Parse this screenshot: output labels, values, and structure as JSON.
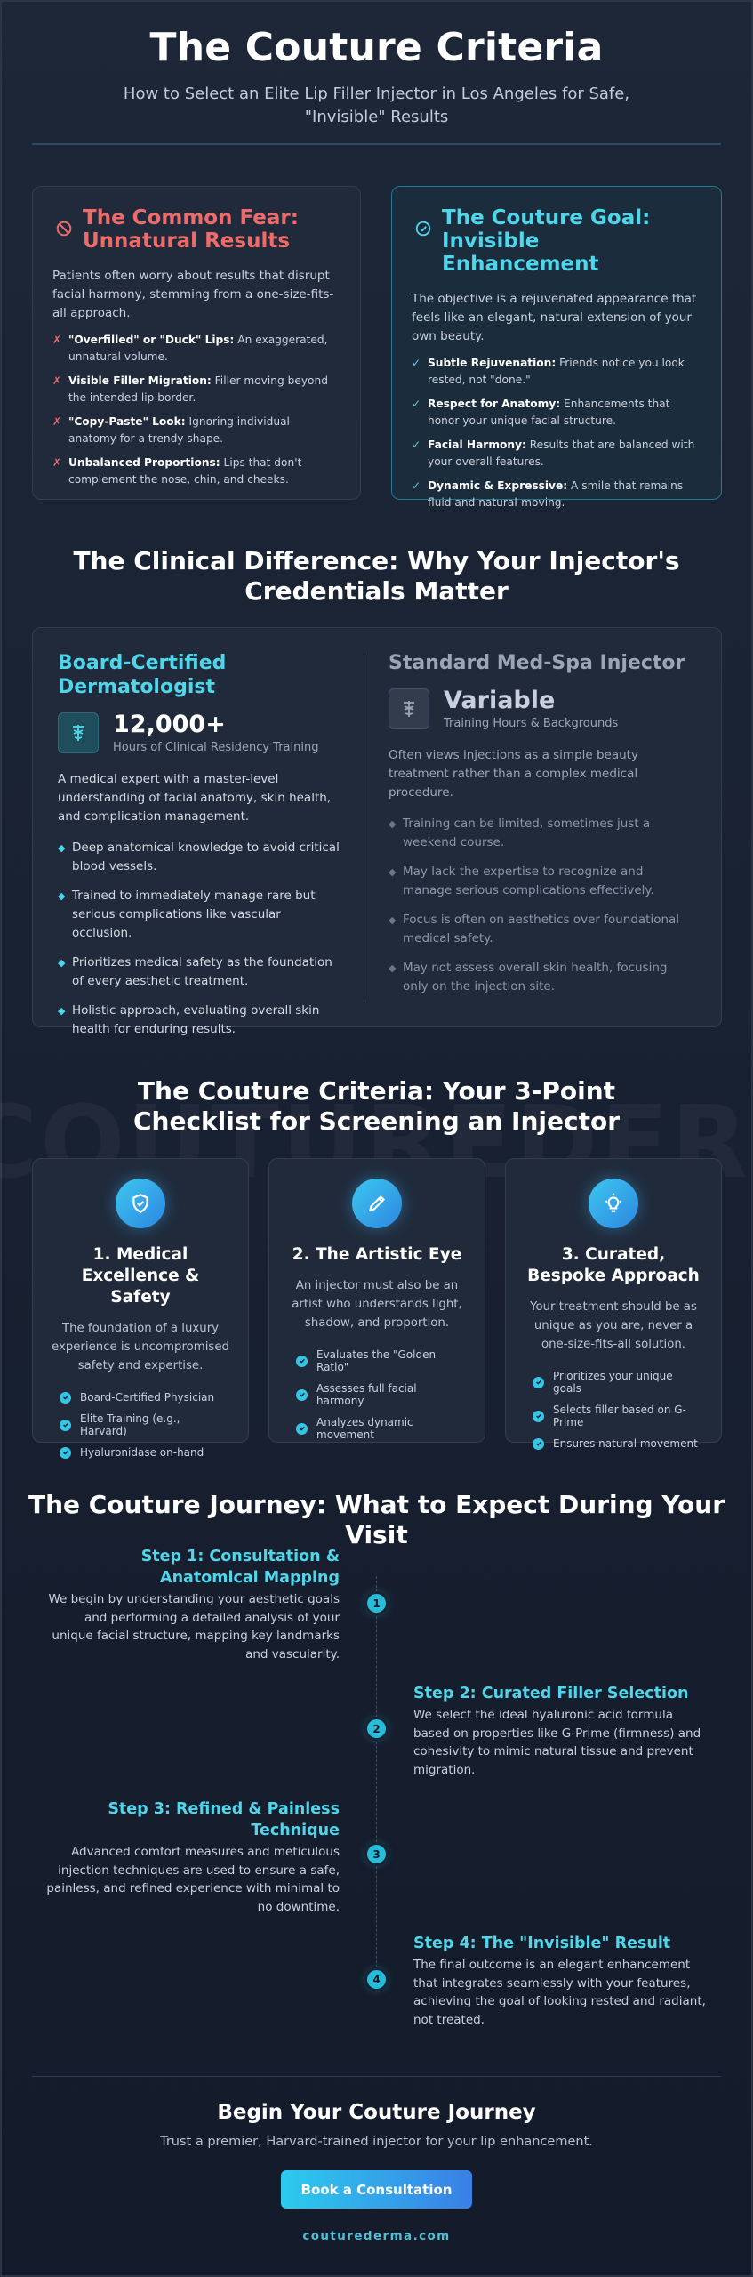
{
  "hero": {
    "title": "The Couture Criteria",
    "subtitle": "How to Select an Elite Lip Filler Injector in Los Angeles for Safe, \"Invisible\" Results"
  },
  "fear": {
    "title": "The Common Fear: Unnatural Results",
    "intro": "Patients often worry about results that disrupt facial harmony, stemming from a one-size-fits-all approach.",
    "points": [
      {
        "bold": "\"Overfilled\" or \"Duck\" Lips:",
        "text": " An exaggerated, unnatural volume."
      },
      {
        "bold": "Visible Filler Migration:",
        "text": " Filler moving beyond the intended lip border."
      },
      {
        "bold": "\"Copy-Paste\" Look:",
        "text": " Ignoring individual anatomy for a trendy shape."
      },
      {
        "bold": "Unbalanced Proportions:",
        "text": " Lips that don't complement the nose, chin, and cheeks."
      }
    ],
    "marker": "✗",
    "color": "#ee6b6b"
  },
  "goal": {
    "title": "The Couture Goal: Invisible Enhancement",
    "intro": "The objective is a rejuvenated appearance that feels like an elegant, natural extension of your own beauty.",
    "points": [
      {
        "bold": "Subtle Rejuvenation:",
        "text": " Friends notice you look rested, not \"done.\""
      },
      {
        "bold": "Respect for Anatomy:",
        "text": " Enhancements that honor your unique facial structure."
      },
      {
        "bold": "Facial Harmony:",
        "text": " Results that are balanced with your overall features."
      },
      {
        "bold": "Dynamic & Expressive:",
        "text": " A smile that remains fluid and natural-moving."
      }
    ],
    "marker": "✓",
    "color": "#4fd6ea"
  },
  "clinical": {
    "title": "The Clinical Difference: Why Your Injector's Credentials Matter",
    "left": {
      "heading": "Board-Certified Dermatologist",
      "stat_value": "12,000+",
      "stat_label": "Hours of Clinical Residency Training",
      "desc": "A medical expert with a master-level understanding of facial anatomy, skin health, and complication management.",
      "items": [
        "Deep anatomical knowledge to avoid critical blood vessels.",
        "Trained to immediately manage rare but serious complications like vascular occlusion.",
        "Prioritizes medical safety as the foundation of every aesthetic treatment.",
        "Holistic approach, evaluating overall skin health for enduring results."
      ]
    },
    "right": {
      "heading": "Standard Med-Spa Injector",
      "stat_value": "Variable",
      "stat_label": "Training Hours & Backgrounds",
      "desc": "Often views injections as a simple beauty treatment rather than a complex medical procedure.",
      "items": [
        "Training can be limited, sometimes just a weekend course.",
        "May lack the expertise to recognize and manage serious complications effectively.",
        "Focus is often on aesthetics over foundational medical safety.",
        "May not assess overall skin health, focusing only on the injection site."
      ]
    },
    "bullet": "◆"
  },
  "checklist": {
    "title": "The Couture Criteria: Your 3-Point Checklist for Screening an Injector",
    "watermark": "COUTUREDERMA.COM",
    "cards": [
      {
        "icon": "shield-check-icon",
        "title": "1. Medical Excellence & Safety",
        "desc": "The foundation of a luxury experience is uncompromised safety and expertise.",
        "items": [
          "Board-Certified Physician",
          "Elite Training (e.g., Harvard)",
          "Hyaluronidase on-hand"
        ]
      },
      {
        "icon": "pencil-icon",
        "title": "2. The Artistic Eye",
        "desc": "An injector must also be an artist who understands light, shadow, and proportion.",
        "items": [
          "Evaluates the \"Golden Ratio\"",
          "Assesses full facial harmony",
          "Analyzes dynamic movement"
        ]
      },
      {
        "icon": "lightbulb-icon",
        "title": "3. Curated, Bespoke Approach",
        "desc": "Your treatment should be as unique as you are, never a one-size-fits-all solution.",
        "items": [
          "Prioritizes your unique goals",
          "Selects filler based on G-Prime",
          "Ensures natural movement"
        ]
      }
    ]
  },
  "journey": {
    "title": "The Couture Journey: What to Expect During Your Visit",
    "steps": [
      {
        "num": "1",
        "title": "Step 1: Consultation & Anatomical Mapping",
        "text": "We begin by understanding your aesthetic goals and performing a detailed analysis of your unique facial structure, mapping key landmarks and vascularity."
      },
      {
        "num": "2",
        "title": "Step 2: Curated Filler Selection",
        "text": "We select the ideal hyaluronic acid formula based on properties like G-Prime (firmness) and cohesivity to mimic natural tissue and prevent migration."
      },
      {
        "num": "3",
        "title": "Step 3: Refined & Painless Technique",
        "text": "Advanced comfort measures and meticulous injection techniques are used to ensure a safe, painless, and refined experience with minimal to no downtime."
      },
      {
        "num": "4",
        "title": "Step 4: The \"Invisible\" Result",
        "text": "The final outcome is an elegant enhancement that integrates seamlessly with your features, achieving the goal of looking rested and radiant, not treated."
      }
    ]
  },
  "cta": {
    "title": "Begin Your Couture Journey",
    "subtitle": "Trust a premier, Harvard-trained injector for your lip enhancement.",
    "button": "Book a Consultation",
    "site": "couturederma.com"
  },
  "colors": {
    "accent": "#4fd6ea",
    "warning": "#ee6b6b",
    "button_start": "#2ccbed",
    "button_end": "#3a7fe6"
  }
}
